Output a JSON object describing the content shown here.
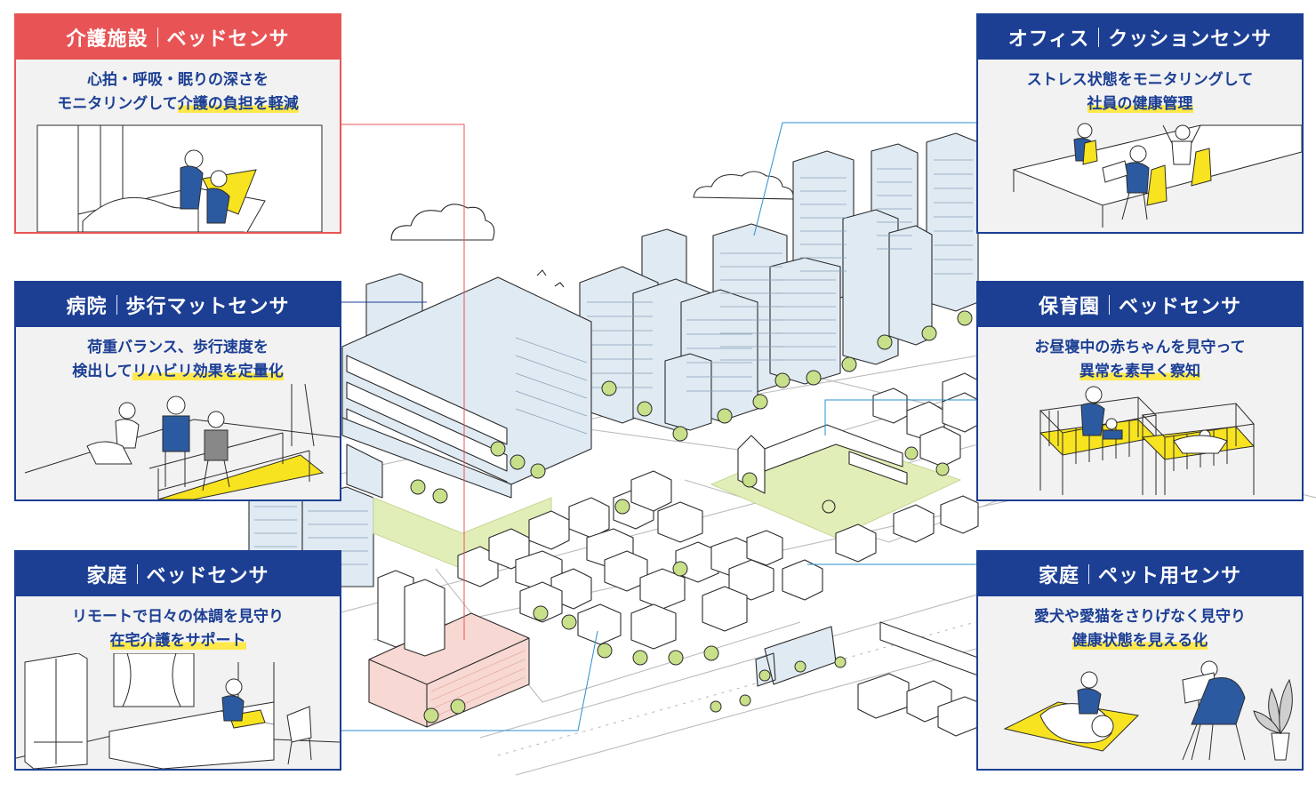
{
  "cards": {
    "nursing": {
      "place": "介護施設",
      "sensor": "ベッドセンサ",
      "desc_line1": "心拍・呼吸・眠りの深さを",
      "desc_line2_plain": "モニタリングして",
      "desc_line2_highlight": "介護の負担を軽減"
    },
    "hospital": {
      "place": "病院",
      "sensor": "歩行マットセンサ",
      "desc_line1": "荷重バランス、歩行速度を",
      "desc_line2_plain": "検出して",
      "desc_line2_highlight": "リハビリ効果を定量化"
    },
    "home_bed": {
      "place": "家庭",
      "sensor": "ベッドセンサ",
      "desc_line1": "リモートで日々の体調を見守り",
      "desc_line2_plain": "",
      "desc_line2_highlight": "在宅介護をサポート"
    },
    "office": {
      "place": "オフィス",
      "sensor": "クッションセンサ",
      "desc_line1": "ストレス状態をモニタリングして",
      "desc_line2_plain": "",
      "desc_line2_highlight": "社員の健康管理"
    },
    "nursery": {
      "place": "保育園",
      "sensor": "ベッドセンサ",
      "desc_line1": "お昼寝中の赤ちゃんを見守って",
      "desc_line2_plain": "",
      "desc_line2_highlight": "異常を素早く察知"
    },
    "home_pet": {
      "place": "家庭",
      "sensor": "ペット用センサ",
      "desc_line1": "愛犬や愛猫をさりげなく見守り",
      "desc_line2_plain": "",
      "desc_line2_highlight": "健康状態を見える化"
    }
  },
  "colors": {
    "navy": "#1c3f94",
    "red": "#e85455",
    "highlight": "#ffe94a",
    "building_fill": "#dfeaf3",
    "tree": "#c9e08a",
    "sensor_yellow": "#f7e31f"
  },
  "icons": [
    "cloud-icon",
    "bird-icon",
    "tree-icon",
    "truck-icon",
    "bed-icon",
    "person-icon",
    "dog-icon",
    "plant-icon",
    "chair-icon"
  ]
}
